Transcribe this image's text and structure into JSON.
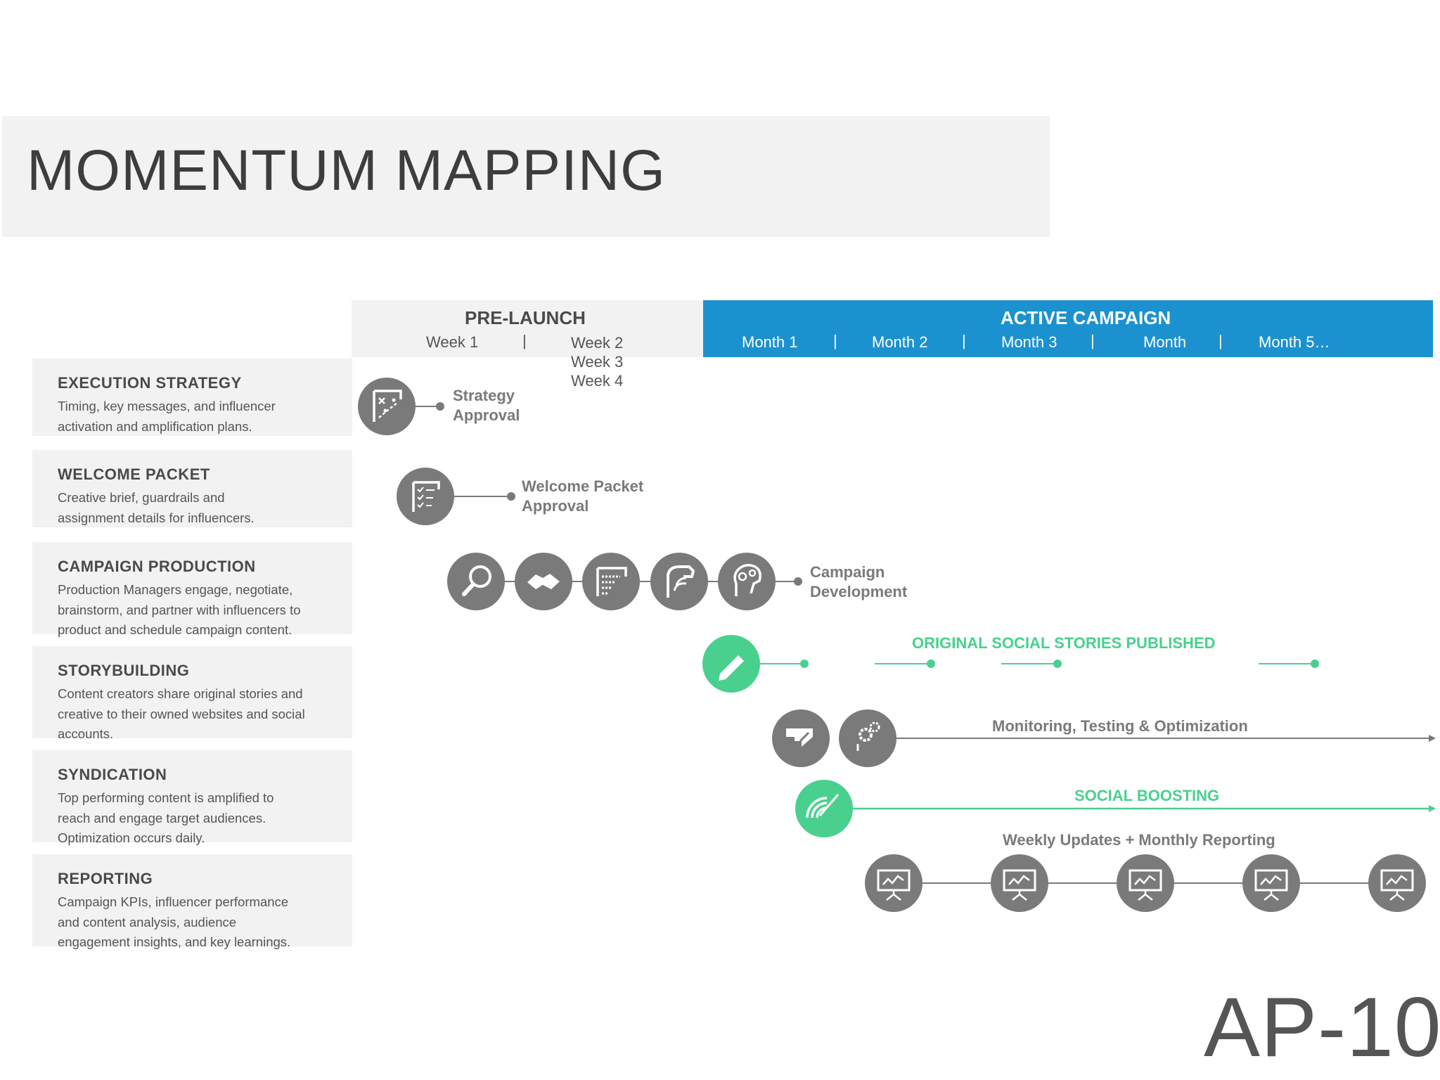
{
  "header": {
    "title": "MOMENTUM MAPPING"
  },
  "phases": {
    "pre_launch": {
      "title": "PRE-LAUNCH",
      "week1": "Week 1",
      "week2": "Week 2",
      "week3": "Week 3",
      "week4": "Week 4",
      "separator": "|"
    },
    "active": {
      "title": "ACTIVE CAMPAIGN",
      "months": [
        "Month 1",
        "Month 2",
        "Month 3",
        "Month",
        "Month 5…"
      ],
      "separator": "|"
    }
  },
  "rows": [
    {
      "title": "EXECUTION STRATEGY",
      "desc": "Timing, key messages, and influencer activation and amplification plans."
    },
    {
      "title": "WELCOME PACKET",
      "desc": "Creative brief, guardrails and assignment details for influencers."
    },
    {
      "title": "CAMPAIGN PRODUCTION",
      "desc": "Production Managers engage, negotiate, brainstorm, and partner with influencers to product and schedule campaign content."
    },
    {
      "title": "STORYBUILDING",
      "desc": "Content creators share original stories and creative to their owned websites and social accounts."
    },
    {
      "title": "SYNDICATION",
      "desc": "Top performing content is amplified to reach and engage target audiences. Optimization occurs daily."
    },
    {
      "title": "REPORTING",
      "desc": "Campaign KPIs, influencer performance and content analysis, audience engagement insights, and key learnings."
    }
  ],
  "milestones": {
    "strategy": [
      "Strategy",
      "Approval"
    ],
    "welcome": [
      "Welcome Packet",
      "Approval"
    ],
    "campaign": [
      "Campaign",
      "Development"
    ],
    "stories": "ORIGINAL SOCIAL STORIES PUBLISHED",
    "monitoring": "Monitoring, Testing & Optimization",
    "boosting": "SOCIAL BOOSTING",
    "reporting": "Weekly Updates + Monthly Reporting"
  },
  "footer": {
    "code": "AP-10"
  },
  "colors": {
    "accent_blue": "#1c91cf",
    "accent_green": "#49d08e",
    "icon_gray": "#7a7a7a",
    "panel_gray": "#f2f2f2",
    "text_dark": "#3d3d3d"
  },
  "icons": {
    "strategy": "strategy-board-icon",
    "welcome": "checklist-icon",
    "production": [
      "search-icon",
      "handshake-icon",
      "chart-icon",
      "megaphone-icon",
      "brainstorm-icon"
    ],
    "storybuilding": "pencil-icon",
    "monitoring": [
      "chat-icon",
      "gears-icon"
    ],
    "boosting": "broadcast-icon",
    "reporting": "presentation-icon"
  }
}
